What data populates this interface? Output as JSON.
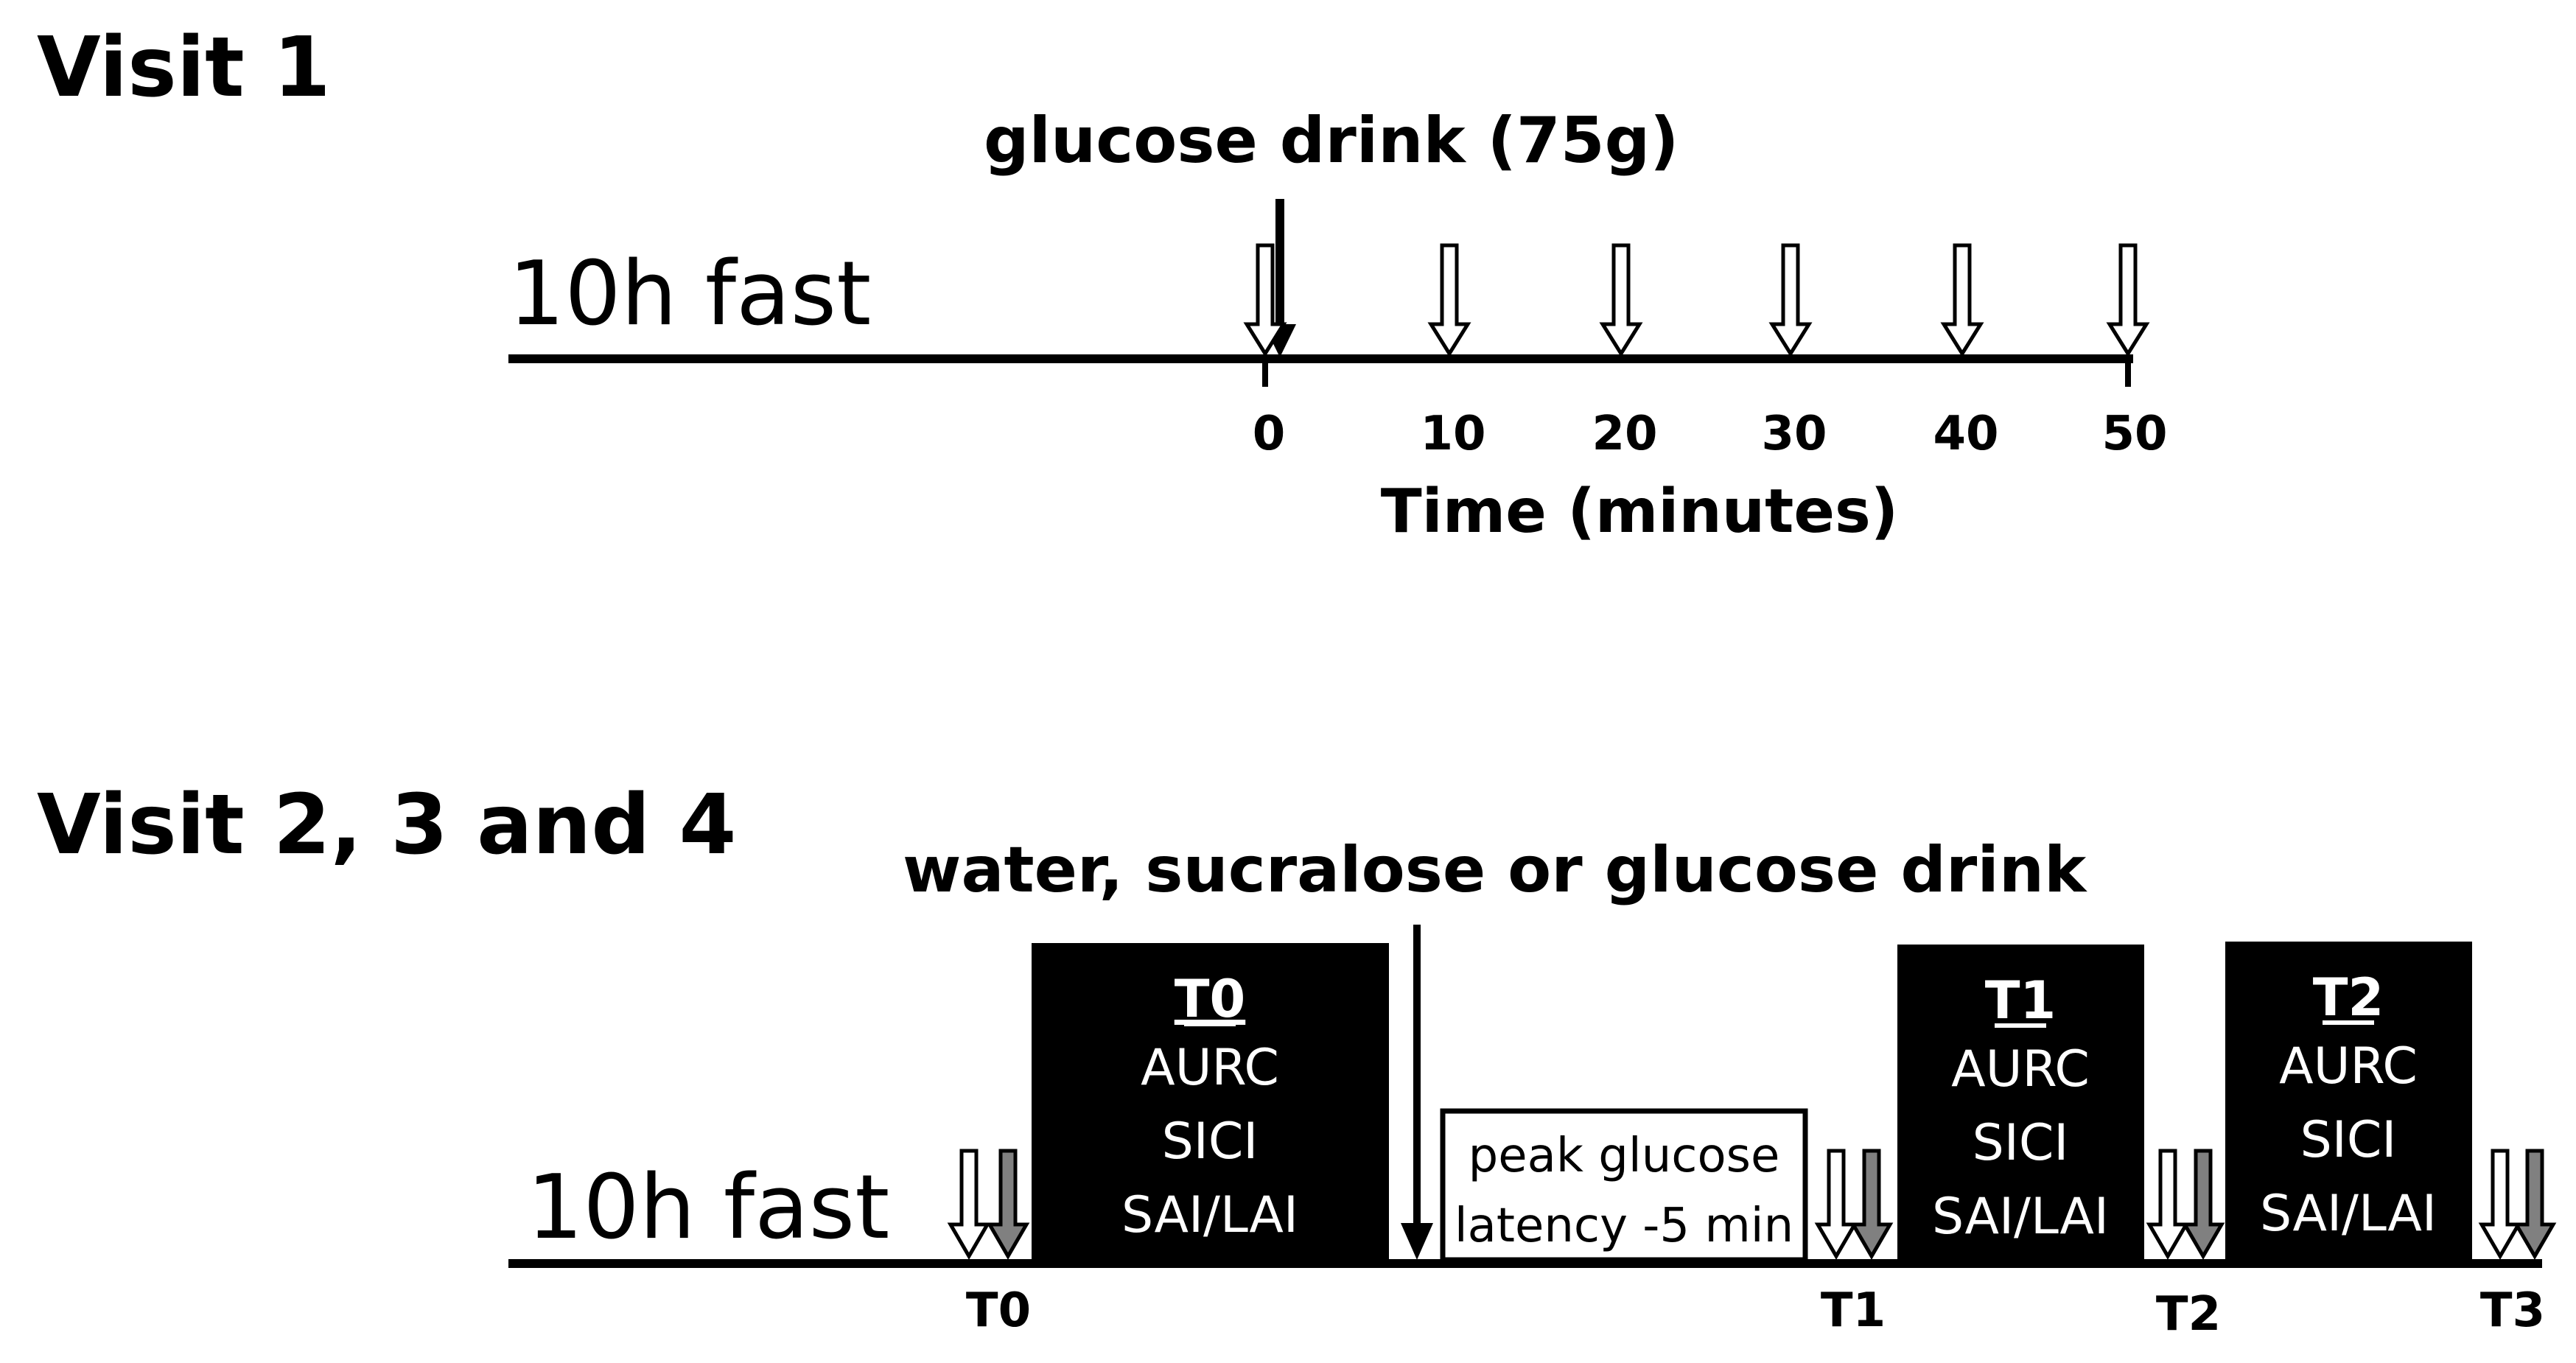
{
  "visit1": {
    "title": "Visit 1",
    "fast_label": "10h fast",
    "event_label": "glucose drink (75g)",
    "time_ticks": [
      "0",
      "10",
      "20",
      "30",
      "40",
      "50"
    ],
    "axis_label": "Time (minutes)"
  },
  "visit2": {
    "title": "Visit 2, 3 and 4",
    "fast_label": "10h fast",
    "event_label": "water, sucralose or glucose drink",
    "blocks": [
      {
        "title": "T0",
        "lines": [
          "AURC",
          "SICI",
          "SAI/LAI"
        ]
      },
      {
        "title": "T1",
        "lines": [
          "AURC",
          "SICI",
          "SAI/LAI"
        ]
      },
      {
        "title": "T2",
        "lines": [
          "AURC",
          "SICI",
          "SAI/LAI"
        ]
      }
    ],
    "wait_box": {
      "line1": "peak glucose",
      "line2": "latency -5 min"
    },
    "timepoints": [
      "T0",
      "T1",
      "T2",
      "T3"
    ]
  },
  "colors": {
    "ink": "#000000",
    "paper": "#ffffff",
    "grey_arrow": "#808080"
  }
}
